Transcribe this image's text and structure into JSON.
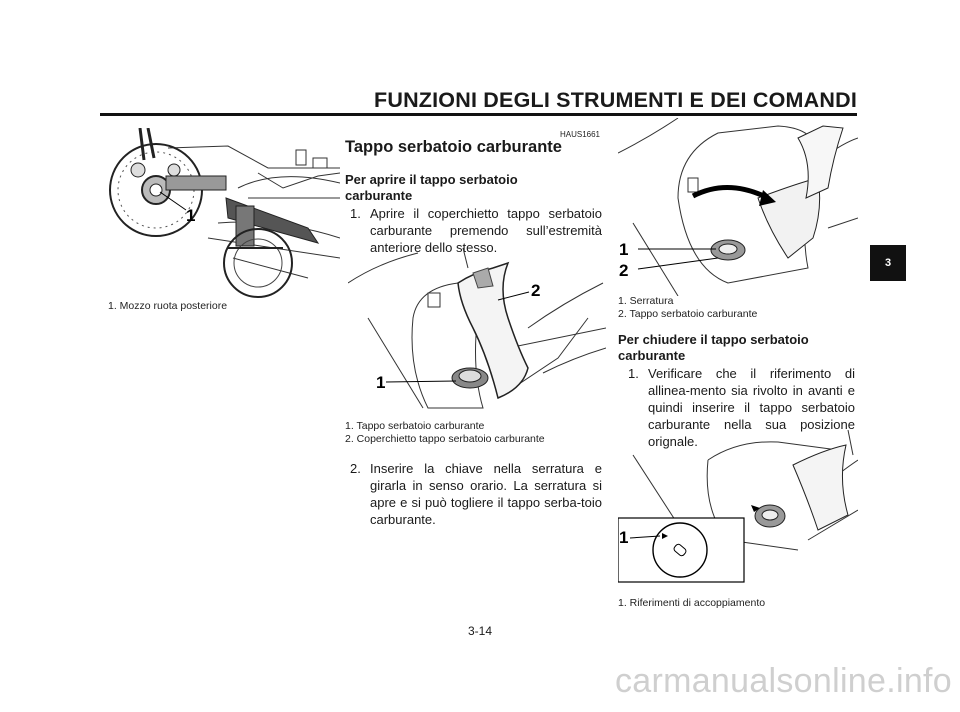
{
  "header": {
    "title": "FUNZIONI DEGLI STRUMENTI E DEI COMANDI",
    "chapter_tab": "3"
  },
  "figure1": {
    "callout": "1",
    "caption": "1. Mozzo ruota posteriore"
  },
  "section": {
    "code": "HAUS1661",
    "title": "Tappo serbatoio carburante",
    "open_heading": "Per aprire il tappo serbatoio carburante",
    "open_steps": [
      {
        "num": "1.",
        "text": "Aprire il coperchietto tappo serbatoio carburante premendo sull’estremità anteriore dello stesso."
      },
      {
        "num": "2.",
        "text": "Inserire la chiave nella serratura e girarla in senso orario. La serratura si apre e si può togliere il tappo serba-toio carburante."
      }
    ],
    "close_heading": "Per chiudere il tappo serbatoio carburante",
    "close_steps": [
      {
        "num": "1.",
        "text": "Verificare che il riferimento di allinea-mento sia rivolto in avanti e quindi inserire il tappo serbatoio carburante nella sua posizione orignale."
      }
    ]
  },
  "figure2": {
    "callouts": [
      "1",
      "2"
    ],
    "captions": [
      "1. Tappo serbatoio carburante",
      "2. Coperchietto tappo serbatoio carburante"
    ]
  },
  "figure3": {
    "callouts": [
      "1",
      "2"
    ],
    "captions": [
      "1. Serratura",
      "2. Tappo serbatoio carburante"
    ]
  },
  "figure4": {
    "callout": "1",
    "caption": "1. Riferimenti di accoppiamento"
  },
  "footer": {
    "page_number": "3-14",
    "watermark": "carmanualsonline.info"
  }
}
